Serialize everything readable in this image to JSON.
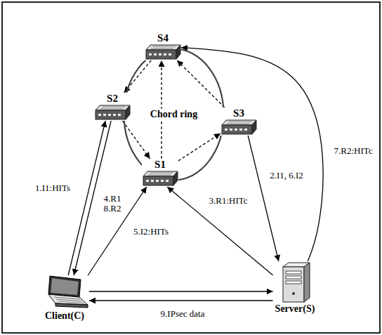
{
  "diagram": {
    "nodes": [
      {
        "text": [
          "S4"
        ]
      },
      {
        "text": [
          "S2"
        ]
      },
      {
        "text": [
          "Chord ring"
        ]
      },
      {
        "text": [
          "S3"
        ]
      },
      {
        "text": [
          "S1"
        ]
      },
      {
        "text": [
          "Client(C)"
        ]
      },
      {
        "text": [
          "Server(S)"
        ]
      }
    ],
    "edges": [
      {
        "from": 0,
        "to": 1,
        "arrow": "to"
      },
      {
        "from": 1,
        "to": 4,
        "arrow": "to"
      },
      {
        "from": 4,
        "to": 3,
        "arrow": "to"
      },
      {
        "from": 3,
        "to": 0,
        "arrow": "to"
      },
      {
        "from": 4,
        "to": 0,
        "arrow": "to"
      },
      {
        "from": 5,
        "to": 1,
        "arrow": "to",
        "label": "1.I1:HITs"
      },
      {
        "from": 1,
        "to": 5,
        "arrow": "to",
        "label": "4.R1 8.R2"
      },
      {
        "from": 5,
        "to": 4,
        "arrow": "to",
        "label": "5.I2:HITs"
      },
      {
        "from": 3,
        "to": 6,
        "arrow": "to",
        "label": "2.I1, 6.I2"
      },
      {
        "from": 6,
        "to": 4,
        "arrow": "to",
        "label": "3.R1:HITc"
      },
      {
        "from": 6,
        "to": 0,
        "arrow": "to",
        "label": "7.R2:HITc"
      },
      {
        "from": 5,
        "to": 6,
        "arrow": "to",
        "label": "9.IPsec data"
      },
      {
        "from": 6,
        "to": 5,
        "arrow": "to"
      }
    ]
  }
}
